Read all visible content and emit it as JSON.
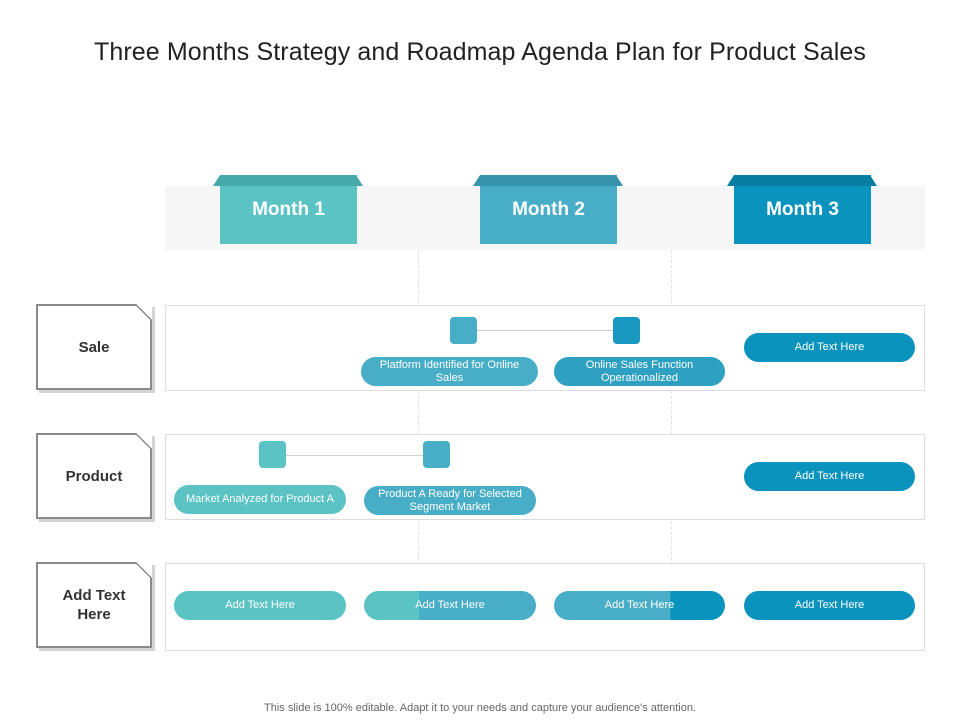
{
  "title": "Three Months Strategy and Roadmap Agenda Plan for Product Sales",
  "colors": {
    "c1": "#5bc3c4",
    "c2": "#48adc6",
    "c3": "#0a93bd",
    "c2b": "#2ea0c2"
  },
  "months": [
    "Month 1",
    "Month 2",
    "Month 3"
  ],
  "rows": {
    "sale": {
      "label": "Sale",
      "pill1": "Platform Identified for Online Sales",
      "pill2": "Online Sales Function Operationalized",
      "pill3": "Add Text Here"
    },
    "product": {
      "label": "Product",
      "pill1": "Market Analyzed for Product A",
      "pill2": "Product A Ready for Selected Segment Market",
      "pill3": "Add Text Here"
    },
    "other": {
      "label": "Add Text Here",
      "pill1": "Add Text Here",
      "pill2": "Add Text Here",
      "pill3": "Add Text Here",
      "pill4": "Add Text Here"
    }
  },
  "footer": "This slide is 100% editable. Adapt it to your needs and capture your audience's attention."
}
